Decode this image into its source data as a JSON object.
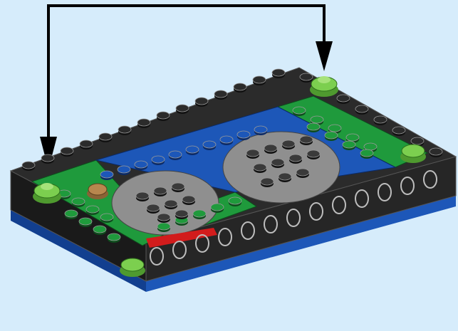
{
  "diagram": {
    "colors": {
      "background": "#d6ecfb",
      "brick_black": "#2b2b2b",
      "brick_black_side": "#1a1a1a",
      "brick_green": "#1f9a3c",
      "brick_green_side": "#137029",
      "plate_blue": "#1d57b8",
      "plate_blue_side": "#123f8f",
      "turntable_grey": "#8f8f8f",
      "stud_dark": "#3a3a3a",
      "pin_lime": "#7ccf4f",
      "pin_tan": "#b8874e",
      "accent_red": "#d21c1c",
      "arrow": "#000000"
    },
    "callout": {
      "type": "double-ended-bracket-arrow",
      "targets": [
        "left-corner-pin",
        "right-corner-pin"
      ]
    },
    "icons": [
      "lime-friction-pin-icon",
      "tan-axle-pin-icon",
      "turntable-icon"
    ]
  }
}
